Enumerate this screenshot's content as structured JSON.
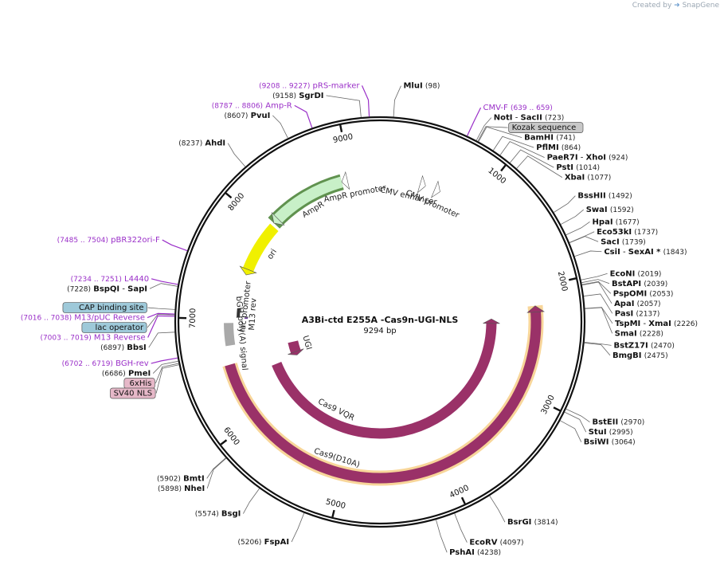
{
  "brand": {
    "created_by": "Created by",
    "name": "SnapGene"
  },
  "plasmid": {
    "name": "A3Bi-ctd E255A -Cas9n-UGI-NLS",
    "length_label": "9294 bp",
    "length": 9294
  },
  "ticks": [
    {
      "bp": 1000,
      "label": "1000"
    },
    {
      "bp": 2000,
      "label": "2000"
    },
    {
      "bp": 3000,
      "label": "3000"
    },
    {
      "bp": 4000,
      "label": "4000"
    },
    {
      "bp": 5000,
      "label": "5000"
    },
    {
      "bp": 6000,
      "label": "6000"
    },
    {
      "bp": 7000,
      "label": "7000"
    },
    {
      "bp": 8000,
      "label": "8000"
    },
    {
      "bp": 9000,
      "label": "9000"
    }
  ],
  "labels": [
    {
      "kind": "primer",
      "pos": 9217,
      "text": "pRS-marker",
      "coord": "(9208 .. 9227)",
      "coord_side": "left"
    },
    {
      "kind": "site",
      "pos": 9158,
      "text": "SgrDI",
      "coord": "(9158)",
      "coord_side": "left"
    },
    {
      "kind": "site",
      "pos": 98,
      "text": "MluI",
      "coord": "(98)",
      "coord_side": "right"
    },
    {
      "kind": "primer",
      "pos": 8796,
      "text": "Amp-R",
      "coord": "(8787 .. 8806)",
      "coord_side": "left"
    },
    {
      "kind": "site",
      "pos": 8607,
      "text": "PvuI",
      "coord": "(8607)",
      "coord_side": "left"
    },
    {
      "kind": "site",
      "pos": 8237,
      "text": "AhdI",
      "coord": "(8237)",
      "coord_side": "left"
    },
    {
      "kind": "primer",
      "pos": 649,
      "text": "CMV-F",
      "coord": "(639 .. 659)",
      "coord_side": "right"
    },
    {
      "kind": "site",
      "pos": 723,
      "text": "NotI",
      "text2": "SacII",
      "coord": "(723)",
      "coord_side": "right"
    },
    {
      "kind": "feature",
      "pos": 735,
      "text": "Kozak sequence",
      "bg": "#c8c8c8"
    },
    {
      "kind": "site",
      "pos": 741,
      "text": "BamHI",
      "coord": "(741)",
      "coord_side": "right"
    },
    {
      "kind": "site",
      "pos": 864,
      "text": "PflMI",
      "coord": "(864)",
      "coord_side": "right"
    },
    {
      "kind": "site",
      "pos": 924,
      "text": "PaeR7I",
      "text2": "XhoI",
      "coord": "(924)",
      "coord_side": "right"
    },
    {
      "kind": "site",
      "pos": 1014,
      "text": "PstI",
      "coord": "(1014)",
      "coord_side": "right"
    },
    {
      "kind": "site",
      "pos": 1077,
      "text": "XbaI",
      "coord": "(1077)",
      "coord_side": "right"
    },
    {
      "kind": "site",
      "pos": 1492,
      "text": "BssHII",
      "coord": "(1492)",
      "coord_side": "right"
    },
    {
      "kind": "site",
      "pos": 1592,
      "text": "SwaI",
      "coord": "(1592)",
      "coord_side": "right"
    },
    {
      "kind": "site",
      "pos": 1677,
      "text": "HpaI",
      "coord": "(1677)",
      "coord_side": "right"
    },
    {
      "kind": "site",
      "pos": 1737,
      "text": "Eco53kI",
      "coord": "(1737)",
      "coord_side": "right"
    },
    {
      "kind": "site",
      "pos": 1739,
      "text": "SacI",
      "coord": "(1739)",
      "coord_side": "right"
    },
    {
      "kind": "site",
      "pos": 1843,
      "text": "CsiI",
      "text2": "SexAI *",
      "coord": "(1843)",
      "coord_side": "right"
    },
    {
      "kind": "site",
      "pos": 2019,
      "text": "EcoNI",
      "coord": "(2019)",
      "coord_side": "right"
    },
    {
      "kind": "site",
      "pos": 2039,
      "text": "BstAPI",
      "coord": "(2039)",
      "coord_side": "right"
    },
    {
      "kind": "site",
      "pos": 2053,
      "text": "PspOMI",
      "coord": "(2053)",
      "coord_side": "right"
    },
    {
      "kind": "site",
      "pos": 2057,
      "text": "ApaI",
      "coord": "(2057)",
      "coord_side": "right"
    },
    {
      "kind": "site",
      "pos": 2137,
      "text": "PasI",
      "coord": "(2137)",
      "coord_side": "right"
    },
    {
      "kind": "site",
      "pos": 2226,
      "text": "TspMI",
      "text2": "XmaI",
      "coord": "(2226)",
      "coord_side": "right"
    },
    {
      "kind": "site",
      "pos": 2228,
      "text": "SmaI",
      "coord": "(2228)",
      "coord_side": "right"
    },
    {
      "kind": "site",
      "pos": 2470,
      "text": "BstZ17I",
      "coord": "(2470)",
      "coord_side": "right"
    },
    {
      "kind": "site",
      "pos": 2475,
      "text": "BmgBI",
      "coord": "(2475)",
      "coord_side": "right"
    },
    {
      "kind": "site",
      "pos": 2970,
      "text": "BstEII",
      "coord": "(2970)",
      "coord_side": "right"
    },
    {
      "kind": "site",
      "pos": 2995,
      "text": "StuI",
      "coord": "(2995)",
      "coord_side": "right"
    },
    {
      "kind": "site",
      "pos": 3064,
      "text": "BsiWI",
      "coord": "(3064)",
      "coord_side": "right"
    },
    {
      "kind": "site",
      "pos": 3814,
      "text": "BsrGI",
      "coord": "(3814)",
      "coord_side": "right"
    },
    {
      "kind": "site",
      "pos": 4097,
      "text": "EcoRV",
      "coord": "(4097)",
      "coord_side": "right"
    },
    {
      "kind": "site",
      "pos": 4238,
      "text": "PshAI",
      "coord": "(4238)",
      "coord_side": "right"
    },
    {
      "kind": "site",
      "pos": 5206,
      "text": "FspAI",
      "coord": "(5206)",
      "coord_side": "left"
    },
    {
      "kind": "site",
      "pos": 5574,
      "text": "BsgI",
      "coord": "(5574)",
      "coord_side": "left"
    },
    {
      "kind": "site",
      "pos": 5898,
      "text": "NheI",
      "coord": "(5898)",
      "coord_side": "left"
    },
    {
      "kind": "site",
      "pos": 5902,
      "text": "BmtI",
      "coord": "(5902)",
      "coord_side": "left"
    },
    {
      "kind": "feature",
      "pos": 6660,
      "text": "SV40 NLS",
      "bg": "#e6b8c8"
    },
    {
      "kind": "feature",
      "pos": 6670,
      "text": "6xHis",
      "bg": "#e6b8c8"
    },
    {
      "kind": "site",
      "pos": 6686,
      "text": "PmeI",
      "coord": "(6686)",
      "coord_side": "left"
    },
    {
      "kind": "primer",
      "pos": 6710,
      "text": "BGH-rev",
      "coord": "(6702 .. 6719)",
      "coord_side": "left"
    },
    {
      "kind": "site",
      "pos": 6897,
      "text": "BbsI",
      "coord": "(6897)",
      "coord_side": "left"
    },
    {
      "kind": "primer",
      "pos": 7011,
      "text": "M13 Reverse",
      "coord": "(7003 .. 7019)",
      "coord_side": "left"
    },
    {
      "kind": "feature",
      "pos": 7021,
      "text": "lac operator",
      "bg": "#9ec9d9"
    },
    {
      "kind": "primer",
      "pos": 7027,
      "text": "M13/pUC Reverse",
      "coord": "(7016 .. 7038)",
      "coord_side": "left"
    },
    {
      "kind": "feature",
      "pos": 7060,
      "text": "CAP binding site",
      "bg": "#9ec9d9"
    },
    {
      "kind": "site",
      "pos": 7228,
      "text": "BspQI",
      "text2": "SapI",
      "coord": "(7228)",
      "coord_side": "left"
    },
    {
      "kind": "primer",
      "pos": 7242,
      "text": "L4440",
      "coord": "(7234 .. 7251)",
      "coord_side": "left"
    },
    {
      "kind": "primer",
      "pos": 7494,
      "text": "pBR322ori-F",
      "coord": "(7485 .. 7504)",
      "coord_side": "left"
    }
  ],
  "features": [
    {
      "name": "Cas9 VQR",
      "label": "Cas9 VQR",
      "start": 2283,
      "end": 6402,
      "radius": 140,
      "width": 13,
      "color": "#9a3168",
      "direction": "reverse",
      "label_bp": 5330
    },
    {
      "name": "Cas9(D10A)",
      "label": "Cas9(D10A)",
      "start": 2170,
      "end": 6560,
      "radius": 196,
      "width": 13,
      "color": "#9a3168",
      "direction": "reverse",
      "highlight": "#f5c878",
      "label_bp": 5100
    },
    {
      "name": "UGI",
      "label": "UGI",
      "start": 6410,
      "end": 6640,
      "radius": 112,
      "width": 13,
      "color": "#9a3168",
      "direction": "reverse",
      "label_bp": 6560
    },
    {
      "name": "bGH poly(A) signal",
      "label": "bGH poly(A) signal",
      "start": 6740,
      "end": 6960,
      "radius": 190,
      "width": 12,
      "color": "#a9a9a9",
      "direction": "none",
      "label_bp": 6850
    },
    {
      "name": "lac promoter",
      "label": "lac promoter",
      "start": 7020,
      "end": 7110,
      "radius": 178,
      "width": 4,
      "color": "#333333",
      "direction": "none",
      "label_bp": 7140
    },
    {
      "name": "M13 rev",
      "label": "M13 rev",
      "start": 7005,
      "end": 7018,
      "radius": 168,
      "width": 4,
      "color": "#6a3a9a",
      "direction": "none",
      "label_bp": 7060
    },
    {
      "name": "ori",
      "label": "ori",
      "start": 7470,
      "end": 8050,
      "radius": 178,
      "width": 14,
      "color": "#f0f000",
      "direction": "reverse",
      "label_bp": 7800
    },
    {
      "name": "AmpR",
      "label": "AmpR",
      "start": 8080,
      "end": 8900,
      "radius": 182,
      "width": 14,
      "color": "#c8f0c8",
      "direction": "reverse",
      "highlight": "#2b6e14",
      "label_bp": 8500
    },
    {
      "name": "AmpR promoter",
      "label": "AmpR promoter",
      "start": 8900,
      "end": 9005,
      "radius": 182,
      "width": 14,
      "color": "#ffffff",
      "direction": "reverse",
      "label_bp": 9010
    },
    {
      "name": "CMV enhancer",
      "label": "CMV enhancer",
      "start": 150,
      "end": 480,
      "radius": 180,
      "width": 14,
      "color": "#ffffff",
      "direction": "forward",
      "label_bp": 330
    },
    {
      "name": "CMV promoter",
      "label": "CMV promoter",
      "start": 480,
      "end": 640,
      "radius": 180,
      "width": 14,
      "color": "#ffffff",
      "direction": "forward",
      "label_bp": 620
    }
  ]
}
